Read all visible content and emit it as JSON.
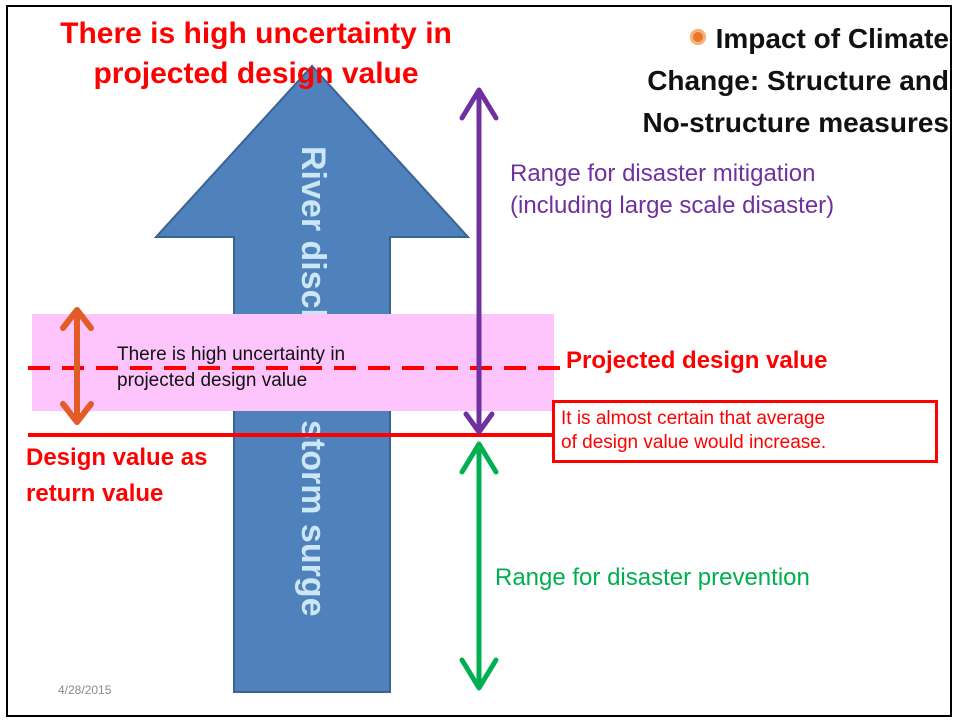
{
  "slide": {
    "headline": [
      "There is high uncertainty in",
      "projected design value"
    ],
    "title": [
      "Impact of Climate",
      "Change: Structure and",
      "No-structure measures"
    ],
    "title_bullet_icon": "orange-circle-bullet-icon",
    "date": "4/28/2015"
  },
  "diagram": {
    "arrow_label": "River discharge, storm surge",
    "mitigation_range": [
      "Range for disaster mitigation",
      "(including large scale disaster)"
    ],
    "prevention_range": "Range for disaster prevention",
    "uncertainty_band_text": [
      "There is high uncertainty in",
      "projected design value"
    ],
    "projected_design_value": "Projected design value",
    "design_value": [
      "Design value as",
      "return value"
    ],
    "certain_note": [
      "It is almost certain that average",
      "of design value would increase."
    ]
  },
  "colors": {
    "arrow_blue": "#4f81bd",
    "mitigation_violet": "#7030a0",
    "prevention_green": "#00b050",
    "uncertainty_orange": "#e35b26",
    "band_pink": "#fdc5fb",
    "emphasis_red": "#ff0000"
  }
}
